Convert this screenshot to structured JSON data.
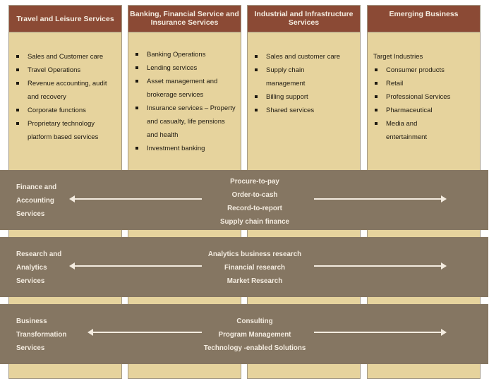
{
  "columns": [
    {
      "title": "Travel and Leisure Services",
      "items": [
        "Sales and Customer care",
        "Travel Operations",
        "Revenue accounting, audit and recovery",
        "Corporate functions",
        "Proprietary technology platform based services"
      ]
    },
    {
      "title": "Banking, Financial Service and Insurance Services",
      "items": [
        "Banking Operations",
        "Lending services",
        "Asset management and brokerage services",
        "Insurance services – Property and casualty, life pensions and health",
        "Investment banking"
      ]
    },
    {
      "title": "Industrial and Infrastructure Services",
      "items": [
        "Sales and customer care",
        "Supply chain management",
        "Billing support",
        "Shared services"
      ]
    },
    {
      "title": "Emerging Business",
      "intro": "Target Industries",
      "items": [
        "Consumer products",
        "Retail",
        "Professional Services",
        "Pharmaceutical",
        "Media and entertainment"
      ]
    }
  ],
  "bands": [
    {
      "title_lines": [
        "Finance and",
        "Accounting",
        "Services"
      ],
      "items": [
        "Procure-to-pay",
        "Order-to-cash",
        "Record-to-report",
        "Supply chain finance"
      ]
    },
    {
      "title_lines": [
        "Research and",
        "Analytics",
        "Services"
      ],
      "items": [
        "Analytics business research",
        "Financial research",
        "Market Research"
      ]
    },
    {
      "title_lines": [
        "Business",
        "Transformation",
        "Services"
      ],
      "items": [
        "Consulting",
        "Program Management",
        "Technology -enabled Solutions"
      ]
    }
  ],
  "colors": {
    "header_bg": "#8b4a35",
    "column_bg": "#e6d39d",
    "band_bg": "#857662",
    "band_text": "#f4ece0"
  }
}
